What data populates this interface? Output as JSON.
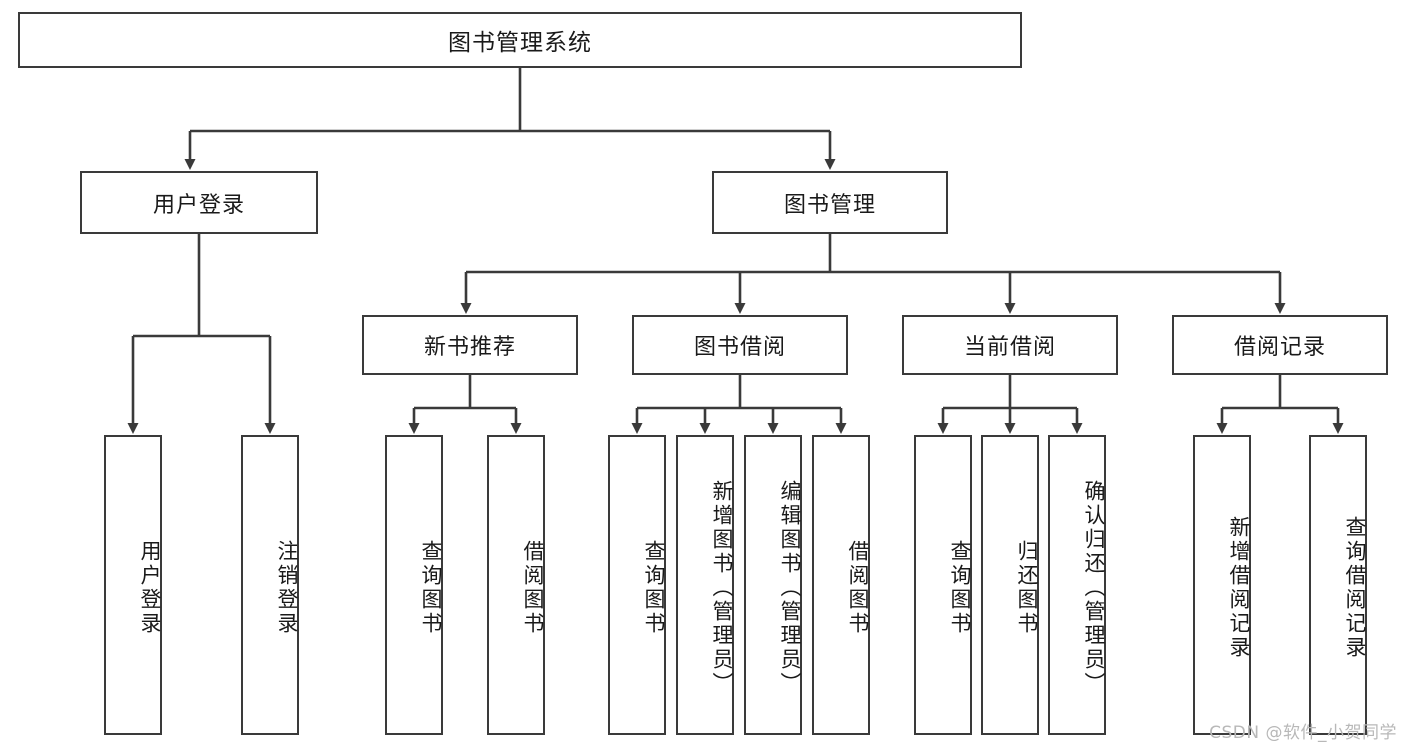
{
  "diagram": {
    "title": "图书管理系统",
    "type": "tree-hierarchy",
    "root": {
      "label": "图书管理系统"
    },
    "level2": [
      {
        "id": "user-login",
        "label": "用户登录"
      },
      {
        "id": "book-management",
        "label": "图书管理"
      }
    ],
    "level3": [
      {
        "id": "new-book-recommend",
        "label": "新书推荐",
        "parent": "book-management"
      },
      {
        "id": "book-borrow",
        "label": "图书借阅",
        "parent": "book-management"
      },
      {
        "id": "current-borrow",
        "label": "当前借阅",
        "parent": "book-management"
      },
      {
        "id": "borrow-record",
        "label": "借阅记录",
        "parent": "book-management"
      }
    ],
    "leaves": [
      {
        "id": "leaf-user-login",
        "label": "用户登录",
        "parent": "user-login"
      },
      {
        "id": "leaf-logout-login",
        "label": "注销登录",
        "parent": "user-login"
      },
      {
        "id": "leaf-query-book-1",
        "label": "查询图书",
        "parent": "new-book-recommend"
      },
      {
        "id": "leaf-borrow-book-1",
        "label": "借阅图书",
        "parent": "new-book-recommend"
      },
      {
        "id": "leaf-query-book-2",
        "label": "查询图书",
        "parent": "book-borrow"
      },
      {
        "id": "leaf-add-book",
        "label": "新增图书（管理员）",
        "parent": "book-borrow"
      },
      {
        "id": "leaf-edit-book",
        "label": "编辑图书（管理员）",
        "parent": "book-borrow"
      },
      {
        "id": "leaf-borrow-book-2",
        "label": "借阅图书",
        "parent": "book-borrow"
      },
      {
        "id": "leaf-query-book-3",
        "label": "查询图书",
        "parent": "current-borrow"
      },
      {
        "id": "leaf-return-book",
        "label": "归还图书",
        "parent": "current-borrow"
      },
      {
        "id": "leaf-confirm-return",
        "label": "确认归还（管理员）",
        "parent": "current-borrow"
      },
      {
        "id": "leaf-add-record",
        "label": "新增借阅记录",
        "parent": "borrow-record"
      },
      {
        "id": "leaf-query-record",
        "label": "查询借阅记录",
        "parent": "borrow-record"
      }
    ],
    "colors": {
      "stroke": "#3a3a3a",
      "background": "#ffffff",
      "text": "#1a1a1a",
      "watermark": "#b8b8b8"
    }
  },
  "watermark": {
    "text": "CSDN @软件_小贺同学"
  }
}
